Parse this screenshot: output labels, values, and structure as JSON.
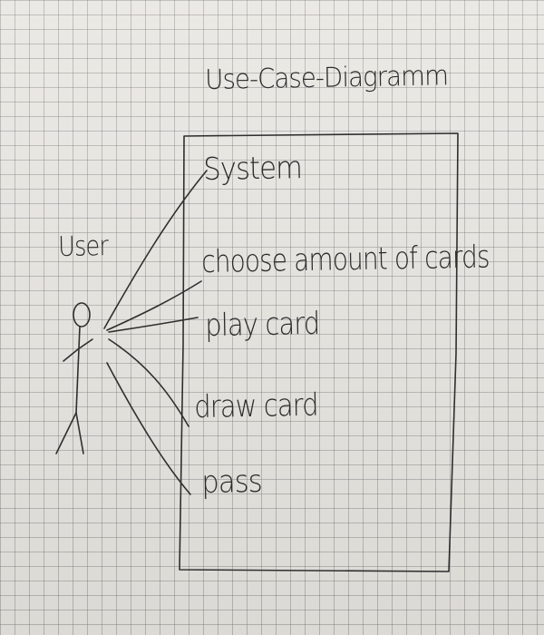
{
  "diagram": {
    "title": "Use-Case-Diagramm",
    "system_label": "System",
    "actor": {
      "label": "User"
    },
    "use_cases": [
      {
        "label": "choose amount of cards"
      },
      {
        "label": "play card"
      },
      {
        "label": "draw card"
      },
      {
        "label": "pass"
      }
    ]
  }
}
